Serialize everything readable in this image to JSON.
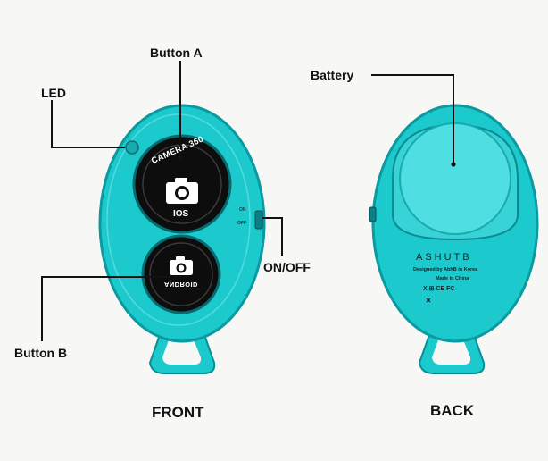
{
  "labels": {
    "button_a": "Button A",
    "led": "LED",
    "button_b": "Button B",
    "on_off": "ON/OFF",
    "front": "FRONT",
    "back": "BACK",
    "battery": "Battery"
  },
  "front_device": {
    "button_a_text_top": "CAMERA 360",
    "button_a_text_bottom": "IOS",
    "button_b_text": "ANDROID",
    "switch_on": "ON",
    "switch_off": "OFF"
  },
  "back_device": {
    "brand": "ASHUTB",
    "designed_by": "Designed by AbhB in Korea",
    "made_in": "Made in China",
    "cert_marks": "X ⊞ CE FC"
  },
  "colors": {
    "device_body": "#1cc9cc",
    "device_edge": "#0a9aa0",
    "button_dark": "#0d0d0d",
    "background": "#f7f7f5"
  }
}
